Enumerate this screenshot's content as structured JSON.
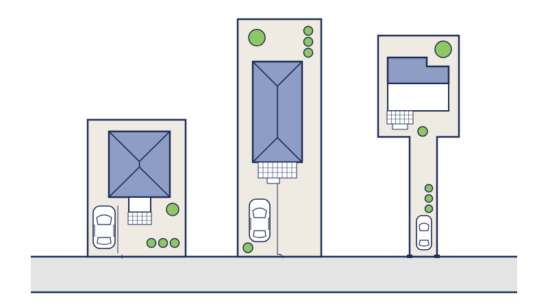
{
  "colors": {
    "line": "#1f2d57",
    "lot": "#efebe3",
    "roof": "#8d9dc4",
    "tree": "#8fc764",
    "road": "#e4e4e4",
    "white": "#ffffff"
  },
  "icons": [
    "tree-icon",
    "car-icon",
    "hip-roof-icon",
    "paving-grid-icon"
  ],
  "lots": [
    {
      "name": "lot-left",
      "type": "square-lot"
    },
    {
      "name": "lot-middle",
      "type": "deep-rectangular-lot"
    },
    {
      "name": "lot-right",
      "type": "flag-lot"
    }
  ]
}
